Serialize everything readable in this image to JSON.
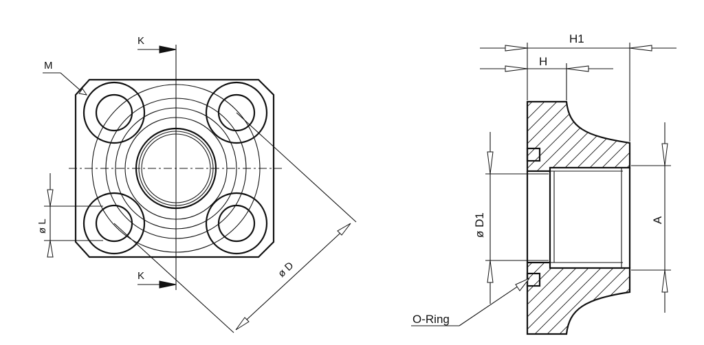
{
  "labels": {
    "m": "M",
    "k_top": "K",
    "k_bottom": "K",
    "dia_l": "ø L",
    "dia_d": "ø D",
    "h1": "H1",
    "h": "H",
    "dia_d1": "ø D1",
    "a": "A",
    "o_ring": "O-Ring"
  },
  "colors": {
    "line": "#111111",
    "background": "#ffffff"
  }
}
